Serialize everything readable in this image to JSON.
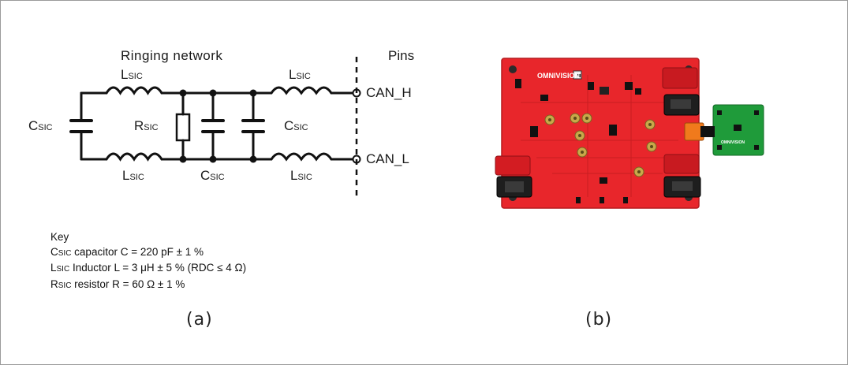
{
  "schematic": {
    "title": "Ringing network",
    "pins_header": "Pins",
    "pin_high": "CAN_H",
    "pin_low": "CAN_L",
    "components": [
      {
        "id": "lsic-top-left",
        "letter": "L",
        "sub": "SIC"
      },
      {
        "id": "lsic-bottom-left",
        "letter": "L",
        "sub": "SIC"
      },
      {
        "id": "csic-left",
        "letter": "C",
        "sub": "SIC"
      },
      {
        "id": "rsic",
        "letter": "R",
        "sub": "SIC"
      },
      {
        "id": "csic-bottom",
        "letter": "C",
        "sub": "SIC"
      },
      {
        "id": "csic-right",
        "letter": "C",
        "sub": "SIC"
      },
      {
        "id": "lsic-top-right",
        "letter": "L",
        "sub": "SIC"
      },
      {
        "id": "lsic-bottom-right",
        "letter": "L",
        "sub": "SIC"
      }
    ]
  },
  "key": {
    "heading": "Key",
    "lines": [
      {
        "letter": "C",
        "sub": "SIC",
        "text": " capacitor C = 220 pF ± 1 %"
      },
      {
        "letter": "L",
        "sub": "SIC",
        "text": " Inductor L = 3 μH ± 5 % (RDC ≤ 4 Ω)"
      },
      {
        "letter": "R",
        "sub": "SIC",
        "text": " resistor R = 60 Ω ± 1 %"
      }
    ]
  },
  "photo": {
    "brand": "OMNIVISION",
    "small_brand": "OMNIVISION",
    "colors": {
      "main_board": "#e8262b",
      "small_board": "#1f9b3a",
      "connector": "#f07a1c"
    }
  },
  "captions": {
    "a": "(a)",
    "b": "(b)"
  }
}
